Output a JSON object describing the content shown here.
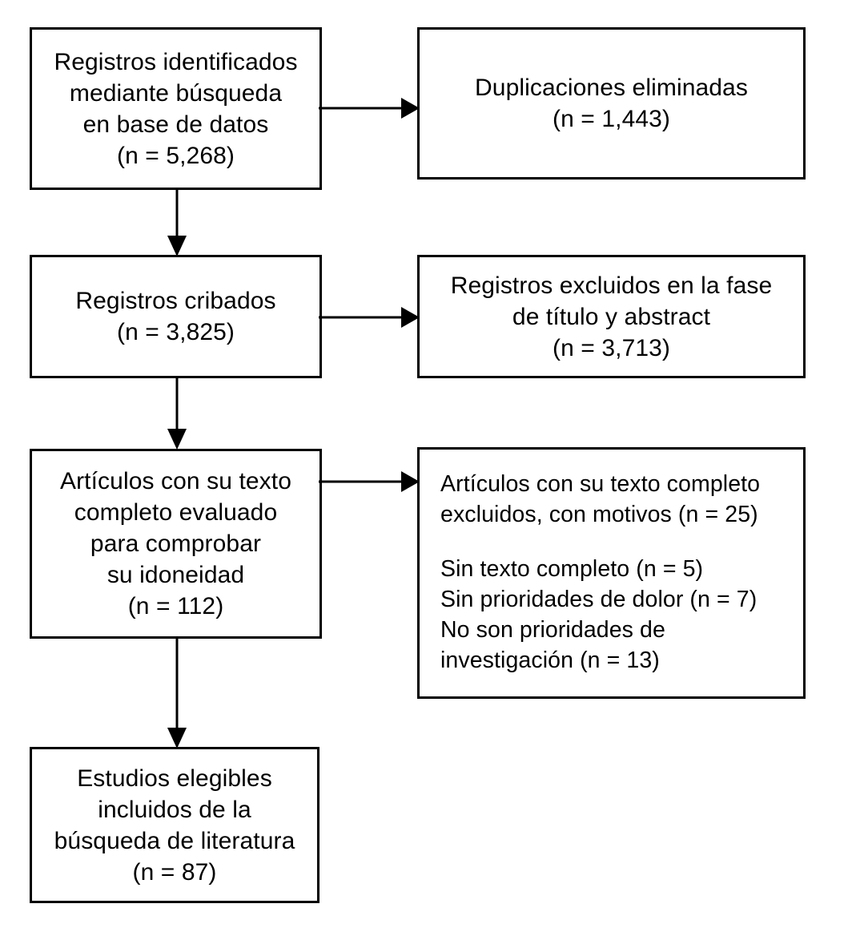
{
  "diagram": {
    "type": "prisma-flow-diagram",
    "language": "es",
    "colors": {
      "background": "#ffffff",
      "box_border": "#000000",
      "text": "#000000",
      "arrow": "#000000"
    }
  },
  "boxes": {
    "identified": {
      "name": "records-identified",
      "lines": [
        "Registros identificados",
        "mediante búsqueda",
        "en base de datos",
        "(n = 5,268)"
      ],
      "count": "5,268",
      "align": "center"
    },
    "duplicates": {
      "name": "duplicates-removed",
      "lines": [
        "Duplicaciones eliminadas",
        "(n = 1,443)"
      ],
      "count": "1,443",
      "align": "center"
    },
    "screened": {
      "name": "records-screened",
      "lines": [
        "Registros cribados",
        "(n = 3,825)"
      ],
      "count": "3,825",
      "align": "center"
    },
    "excluded_title_abstract": {
      "name": "records-excluded-title-abstract",
      "lines": [
        "Registros excluidos en la fase",
        "de título y abstract",
        "(n = 3,713)"
      ],
      "count": "3,713",
      "align": "center"
    },
    "fulltext_assessed": {
      "name": "fulltext-articles-assessed",
      "lines": [
        "Artículos con su texto",
        "completo evaluado",
        "para comprobar",
        "su idoneidad",
        "(n = 112)"
      ],
      "count": "112",
      "align": "center"
    },
    "fulltext_excluded": {
      "name": "fulltext-articles-excluded",
      "header_lines": [
        "Artículos con su texto completo",
        "excluidos, con motivos (n = 25)"
      ],
      "reason_lines": [
        "Sin texto completo (n = 5)",
        "Sin prioridades de dolor (n = 7)",
        "No son prioridades de",
        "investigación (n = 13)"
      ],
      "count": "25",
      "reasons": [
        {
          "label": "Sin texto completo",
          "count": "5"
        },
        {
          "label": "Sin prioridades de dolor",
          "count": "7"
        },
        {
          "label": "No son prioridades de investigación",
          "count": "13"
        }
      ],
      "align": "left"
    },
    "included": {
      "name": "studies-included",
      "lines": [
        "Estudios elegibles",
        "incluidos de la",
        "búsqueda de literatura",
        "(n = 87)"
      ],
      "count": "87",
      "align": "center"
    }
  },
  "connectors": [
    {
      "name": "arrow-identified-to-duplicates",
      "direction": "right"
    },
    {
      "name": "arrow-identified-to-screened",
      "direction": "down"
    },
    {
      "name": "arrow-screened-to-excluded-title-abstract",
      "direction": "right"
    },
    {
      "name": "arrow-screened-to-fulltext",
      "direction": "down"
    },
    {
      "name": "arrow-fulltext-to-excluded-fulltext",
      "direction": "right"
    },
    {
      "name": "arrow-fulltext-to-included",
      "direction": "down"
    }
  ]
}
